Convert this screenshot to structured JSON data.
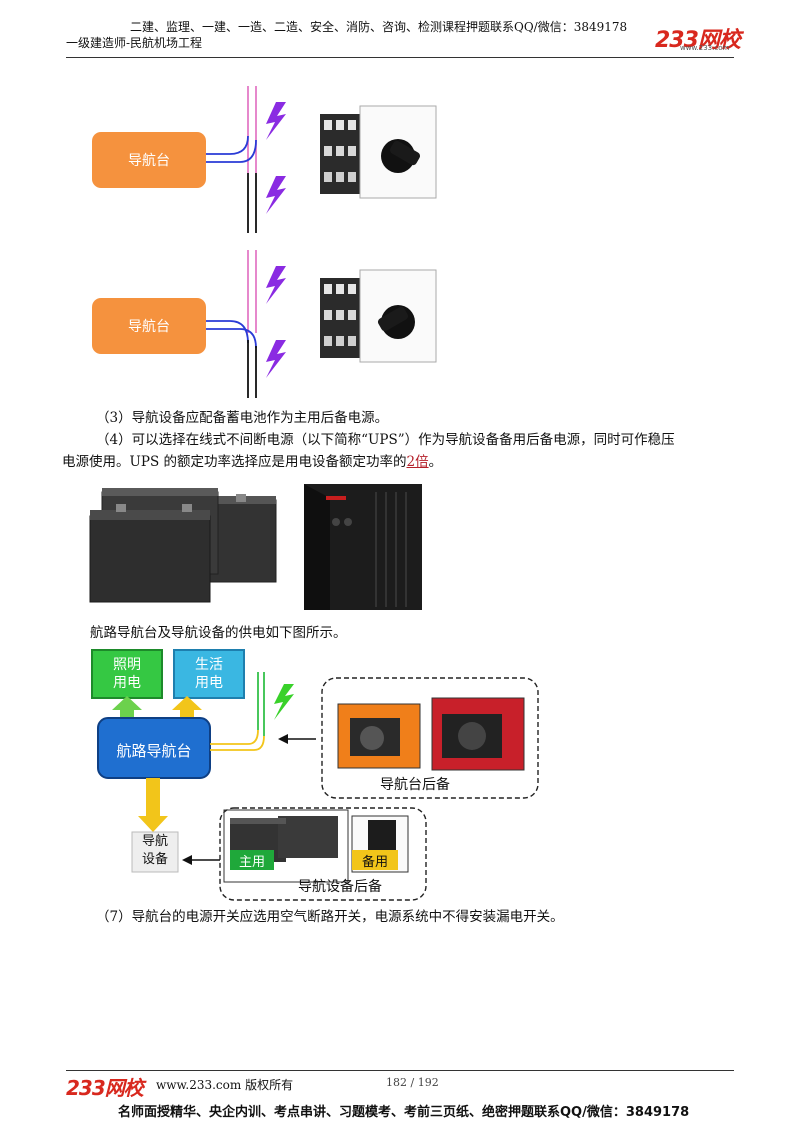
{
  "header": {
    "line1": "二建、监理、一建、一造、二造、安全、消防、咨询、检测课程押题联系QQ/微信：3849178",
    "line2": "一级建造师-民航机场工程",
    "logo": "233网校",
    "logo_sub": "www.233.com"
  },
  "diagram_top": {
    "box1_label": "导航台",
    "box2_label": "导航台"
  },
  "paragraphs": {
    "p3": "（3）导航设备应配备蓄电池作为主用后备电源。",
    "p4_line1": "（4）可以选择在线式不间断电源（以下简称“UPS”）作为导航设备备用后备电源，同时可作稳压",
    "p4_line2_prefix": "电源使用。UPS 的额定功率选择应是用电设备额定功率的",
    "p4_line2_link": "2倍",
    "p4_line2_suffix": "。",
    "caption": "航路导航台及导航设备的供电如下图所示。",
    "p7": "（7）导航台的电源开关应选用空气断路开关，电源系统中不得安装漏电开关。"
  },
  "diagram_bottom": {
    "lighting": [
      "照明",
      "用电"
    ],
    "living": [
      "生活",
      "用电"
    ],
    "station": "航路导航台",
    "nav_equipment": [
      "导航",
      "设备"
    ],
    "generator_caption": "导航台后备",
    "main_label": "主用",
    "backup_label": "备用",
    "equipment_backup_caption": "导航设备后备"
  },
  "footer": {
    "logo": "233网校",
    "site": "www.233.com 版权所有",
    "page_current": "182",
    "page_sep": "/",
    "page_total": "192",
    "bottom_line": "名师面授精华、央企内训、考点串讲、习题模考、考前三页纸、绝密押题联系QQ/微信：3849178"
  },
  "colors": {
    "orange": "#f5923e",
    "green_box": "#2fc43f",
    "cyan_box": "#38b6e0",
    "blue_box": "#1f6fd0",
    "yellow_arrow": "#f2c51a",
    "link_red": "#b4202a",
    "bolt_purple": "#8a2be2",
    "bolt_green": "#39d12a"
  }
}
